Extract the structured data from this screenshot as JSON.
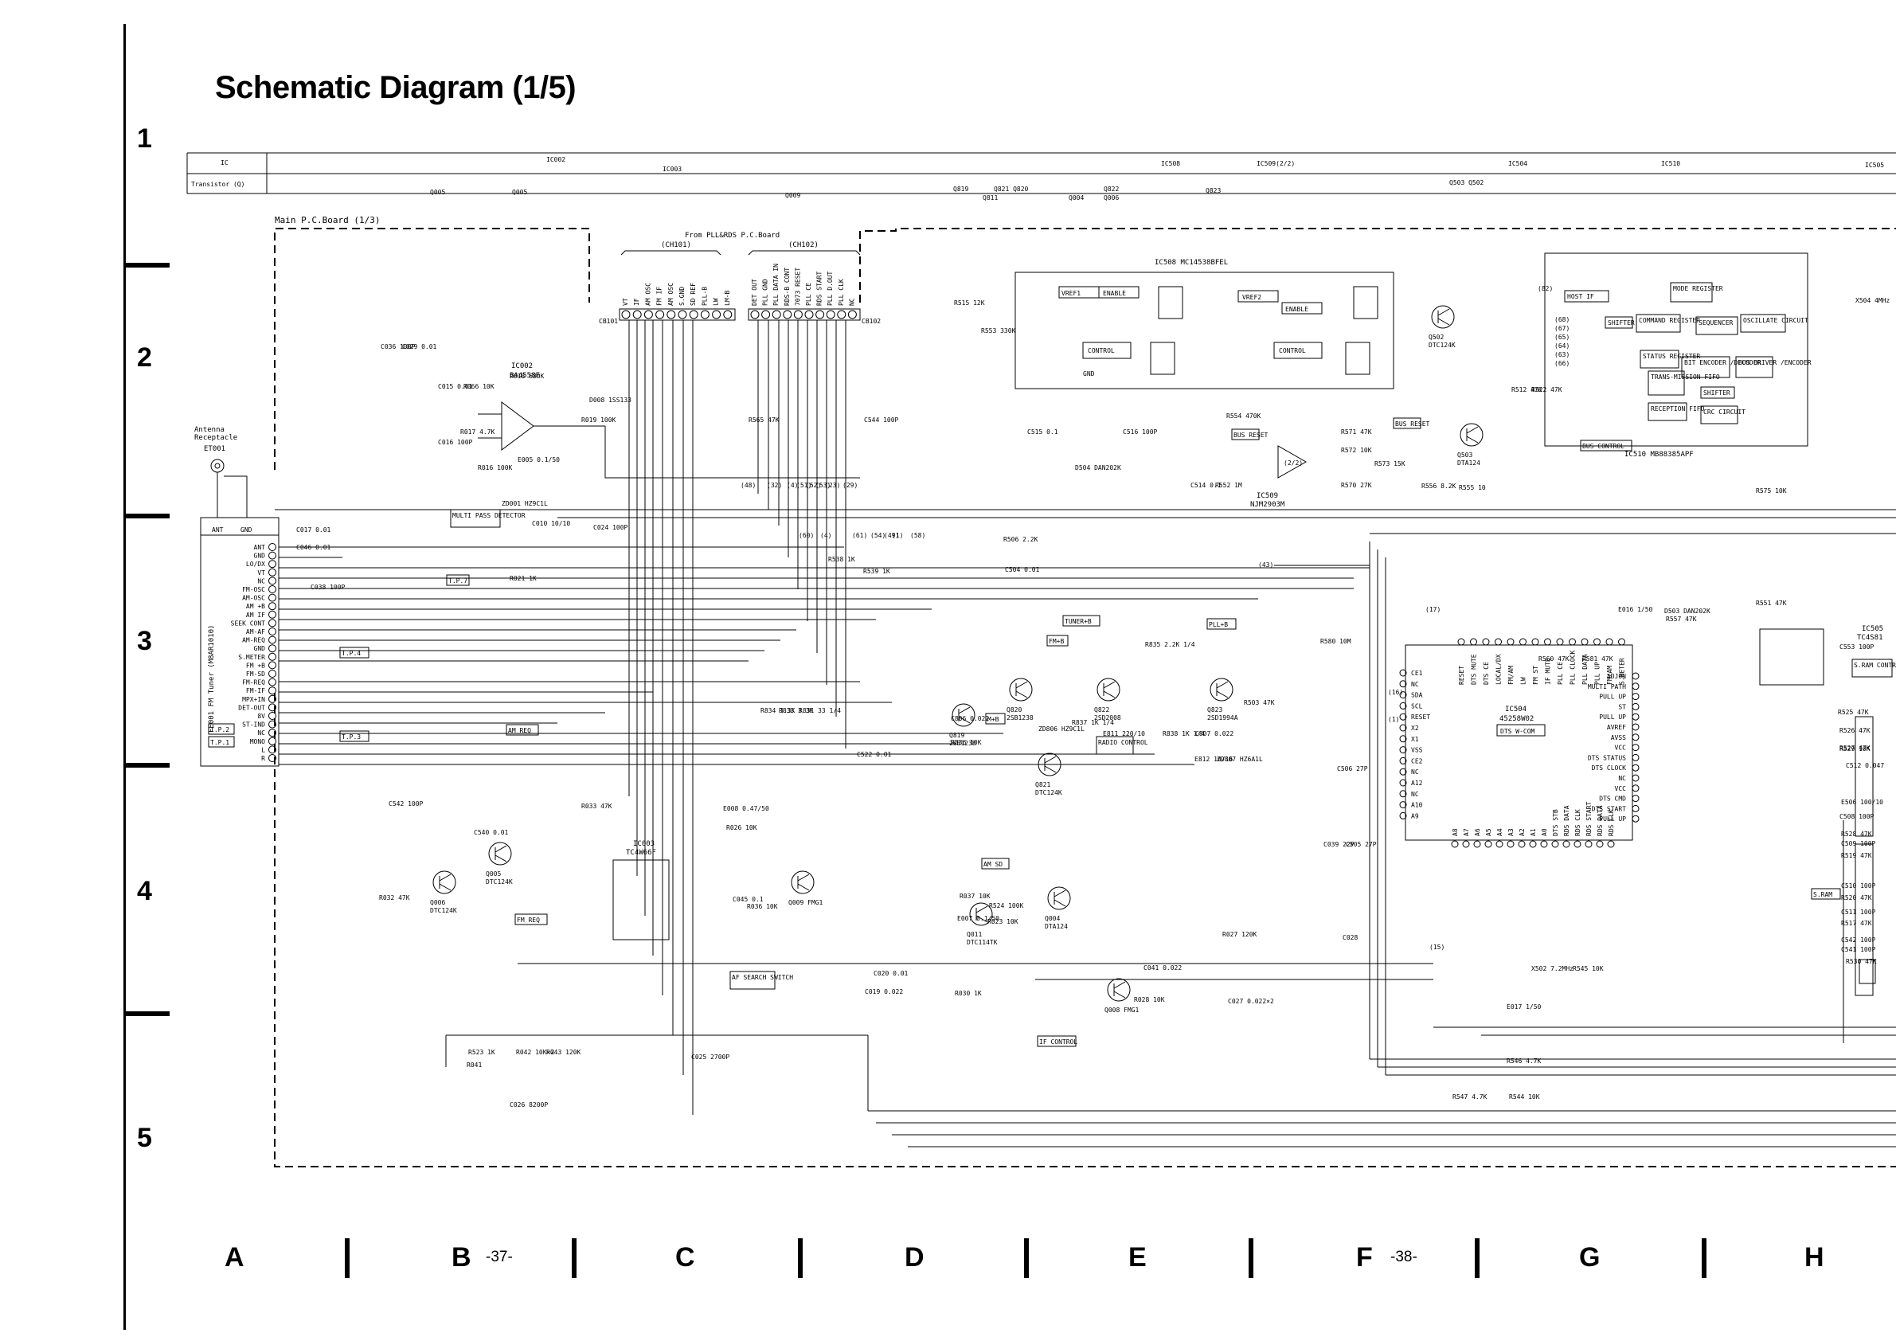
{
  "page": {
    "title": "Schematic Diagram (1/5)",
    "row_numbers": [
      "1",
      "2",
      "3",
      "4",
      "5"
    ],
    "column_letters": [
      "A",
      "B",
      "C",
      "D",
      "E",
      "F",
      "G",
      "H"
    ],
    "page_numbers": [
      "-37-",
      "-38-"
    ]
  },
  "index_table": {
    "ic_label": "IC",
    "transistor_label": "Transistor (Q)",
    "ic_refs": [
      "IC002",
      "IC003",
      "IC508",
      "IC509(2/2)",
      "IC504",
      "IC510",
      "IC505"
    ],
    "transistor_refs": [
      "Q005",
      "Q005",
      "Q009",
      "Q819",
      "Q821 Q820",
      "Q811",
      "Q004",
      "Q822",
      "Q006",
      "Q823",
      "Q503 Q502"
    ]
  },
  "board": {
    "main_board": "Main P.C.Board (1/3)",
    "from_pll": "From PLL&RDS P.C.Board",
    "ch101": "(CH101)",
    "ch102": "(CH102)",
    "cb101": "CB101",
    "cb102": "CB102",
    "cb101_pins": [
      "VT",
      "IF",
      "AM OSC",
      "FM IF",
      "AM OSC",
      "S.GND",
      "SD REF",
      "PLL-B",
      "LW",
      "LM-B"
    ],
    "cb102_pins": [
      "DET OUT",
      "PLL GND",
      "PLL DATA IN",
      "RDS-B CONT",
      "7073 RESET",
      "PLL CE",
      "RDS START",
      "PLL D.OUT",
      "PLL CLK",
      "NC"
    ]
  },
  "antenna": {
    "label1": "Antenna",
    "label2": "Receptacle",
    "ref": "ET001",
    "ant": "ANT",
    "gnd": "GND"
  },
  "tuner": {
    "label": "FE001  FM Tuner (M8AR1010)",
    "pins": [
      "ANT",
      "GND",
      "LO/DX",
      "VT",
      "NC",
      "FM-OSC",
      "AM-OSC",
      "AM +B",
      "AM IF",
      "SEEK CONT",
      "AM-AF",
      "AM-REQ",
      "GND",
      "S.METER",
      "FM +B",
      "FM-SD",
      "FM-REQ",
      "FM-IF",
      "MPX+IN",
      "DET-OUT",
      "8V",
      "ST-IND",
      "NC",
      "MONO",
      "L",
      "R"
    ]
  },
  "ics": {
    "ic002": "IC002",
    "ic002_part": "BA4558F",
    "ic003": "IC003",
    "ic003_part": "TC4W66F",
    "ic508": "IC508 MC14538BFEL",
    "ic509": "IC509",
    "ic509_part": "NJM2903M",
    "ic509_unit": "(2/2)",
    "ic504": "IC504",
    "ic504_part": "45258W02",
    "ic504_tag": "DTS W-COM",
    "ic510": "IC510 MB88385APF",
    "ic505": "IC505",
    "ic505_part": "TC4S81"
  },
  "ic504_pins_left": [
    "CE1",
    "NC",
    "SDA",
    "SCL",
    "RESET",
    "X2",
    "X1",
    "VSS",
    "CE2",
    "NC",
    "A12",
    "NC",
    "A10",
    "A9"
  ],
  "ic504_pins_right": [
    "ADJON",
    "MULTI PATH",
    "PULL UP",
    "ST",
    "PULL UP",
    "AVREF",
    "AVSS",
    "VCC",
    "DTS STATUS",
    "DTS CLOCK",
    "NC",
    "VCC",
    "DTS CMD",
    "DTS START",
    "PULL UP"
  ],
  "ic504_pins_top": [
    "RESET",
    "DTS MUTE",
    "DTS CE",
    "LOCAL/DX",
    "FM/AM",
    "LW",
    "FM ST",
    "IF MUTE",
    "PLL CE",
    "PLL CLOCK",
    "PLL DATA",
    "PLL UP",
    "FM/AM",
    "S.METER"
  ],
  "ic504_pins_bottom": [
    "A8",
    "A7",
    "A6",
    "A5",
    "A4",
    "A3",
    "A2",
    "A1",
    "A0",
    "DTS STB",
    "RDS DATA",
    "RDS CLK",
    "RDS START",
    "RDS DATA",
    "RDS CLK"
  ],
  "ic510_blocks": [
    "HOST IF",
    "MODE REGISTER",
    "SHIFTER",
    "COMMAND REGISTER",
    "SEQUENCER",
    "OSCILLATE CIRCUIT",
    "STATUS REGISTER",
    "BIT ENCODER /DECODER",
    "BUS DRIVER /ENCODER",
    "TRANS-MISSION FIFO",
    "SHIFTER",
    "RECEPTION FIFO",
    "CRC CIRCUIT"
  ],
  "ic508_blocks": [
    "ENABLE",
    "CONTROL",
    "VREF1",
    "VREF2",
    "GND",
    "ENABLE",
    "CONTROL"
  ],
  "transistors": [
    {
      "ref": "Q005",
      "part": "DTC124K"
    },
    {
      "ref": "Q006",
      "part": "DTC124K"
    },
    {
      "ref": "Q009 FMG1",
      "part": ""
    },
    {
      "ref": "Q819",
      "part": "2SB1238"
    },
    {
      "ref": "Q820",
      "part": "2SB1238"
    },
    {
      "ref": "Q822",
      "part": "2SD2008"
    },
    {
      "ref": "Q823",
      "part": "2SD1994A"
    },
    {
      "ref": "Q821",
      "part": "DTC124K"
    },
    {
      "ref": "Q011",
      "part": "DTC114TK"
    },
    {
      "ref": "Q004",
      "part": "DTA124"
    },
    {
      "ref": "Q008 FMG1",
      "part": ""
    },
    {
      "ref": "Q502",
      "part": "DTC124K"
    },
    {
      "ref": "Q503",
      "part": "DTA124"
    }
  ],
  "tags": [
    "MULTI PASS DETECTOR",
    "T.P.7",
    "T.P.4",
    "T.P.2",
    "T.P.1",
    "T.P.3",
    "AM REQ",
    "FM REQ",
    "AF SEARCH SWITCH",
    "TUNER+B",
    "FM+B",
    "PLL+B",
    "M+B",
    "RADIO CONTROL",
    "AM SD",
    "IF CONTROL",
    "BUS RESET",
    "BUS RESET",
    "BUS CONTROL",
    "S.RAM",
    "S.RAM CONTROL"
  ],
  "components": [
    "C036 100P",
    "C029 0.01",
    "C015 0.01",
    "R066 10K",
    "R018 680K",
    "R017 4.7K",
    "C016 100P",
    "R016 100K",
    "R019 100K",
    "D008 1SS133",
    "E005 0.1/50",
    "ZD001 HZ9C1L",
    "C010 10/10",
    "C024 100P",
    "C017 0.01",
    "C046 0.01",
    "C038 100P",
    "R021 1K",
    "R565 47K",
    "C544 100P",
    "R538 1K",
    "R539 1K",
    "R506 2.2K",
    "C504 0.01",
    "R515 12K",
    "R553 330K",
    "C515 0.1",
    "C516 100P",
    "D504 DAN202K",
    "R554 470K",
    "C514 0.1",
    "R552 1M",
    "R571 47K",
    "R572 10K",
    "R570 27K",
    "R573 15K",
    "R556 8.2K",
    "R555 10",
    "R512 47K",
    "R522 47K",
    "R557 47K",
    "R560 47K",
    "R581 47K",
    "R580 10M",
    "R503 47K",
    "C807 0.022",
    "E812 10/16",
    "ZD807 HZ6A1L",
    "R838 1K 1/4",
    "E811 220/10",
    "R837 1K 1/4",
    "ZD806 HZ9C1L",
    "C806 0.022",
    "R836 10K",
    "R835 2.2K 1/4",
    "R834 3.3K",
    "R833 3.3K",
    "R831 33 1/4",
    "C522 0.01",
    "C542 100P",
    "C540 0.01",
    "R032 47K",
    "R033 47K",
    "E008 0.47/50",
    "R026 10K",
    "C045 0.1",
    "R036 10K",
    "R037 10K",
    "E007 0.1/50",
    "C020 0.01",
    "R523 1K",
    "R041",
    "R042 10K×2",
    "R043 120K",
    "C026 8200P",
    "C025 2700P",
    "R524 100K",
    "R023 10K",
    "C019 0.022",
    "R030 1K",
    "C041 0.022",
    "R028 10K",
    "R027 120K",
    "C027 0.022×2",
    "C028",
    "C039 22P",
    "C505 27P",
    "C506 27P",
    "X502 7.2MHz",
    "R545 10K",
    "E017 1/50",
    "R546 4.7K",
    "R547 4.7K",
    "R544 10K",
    "E016 1/50",
    "D503 DAN202K",
    "R551 47K",
    "C553 100P",
    "R525 47K",
    "R526 47K",
    "R527 47K",
    "R529 10K",
    "C512 0.047",
    "E506 100/10",
    "C508 100P",
    "R528 47K",
    "C509 100P",
    "R519 47K",
    "C510 100P",
    "R520 47K",
    "C511 100P",
    "R517 47K",
    "C542 100P",
    "C541 100P",
    "R530 47K",
    "R575 10K",
    "X504 4MHz"
  ],
  "bus_labels": [
    "(48)",
    "(32)",
    "(4)",
    "(51)",
    "(52)",
    "(53)",
    "(23)",
    "(29)",
    "(60)",
    "(4)",
    "(61)",
    "(54)",
    "(49)",
    "(1)",
    "(58)",
    "(43)",
    "(17)",
    "(16)",
    "(1)",
    "(15)",
    "(82)",
    "(68)",
    "(67)",
    "(65)",
    "(64)",
    "(63)",
    "(66)"
  ]
}
